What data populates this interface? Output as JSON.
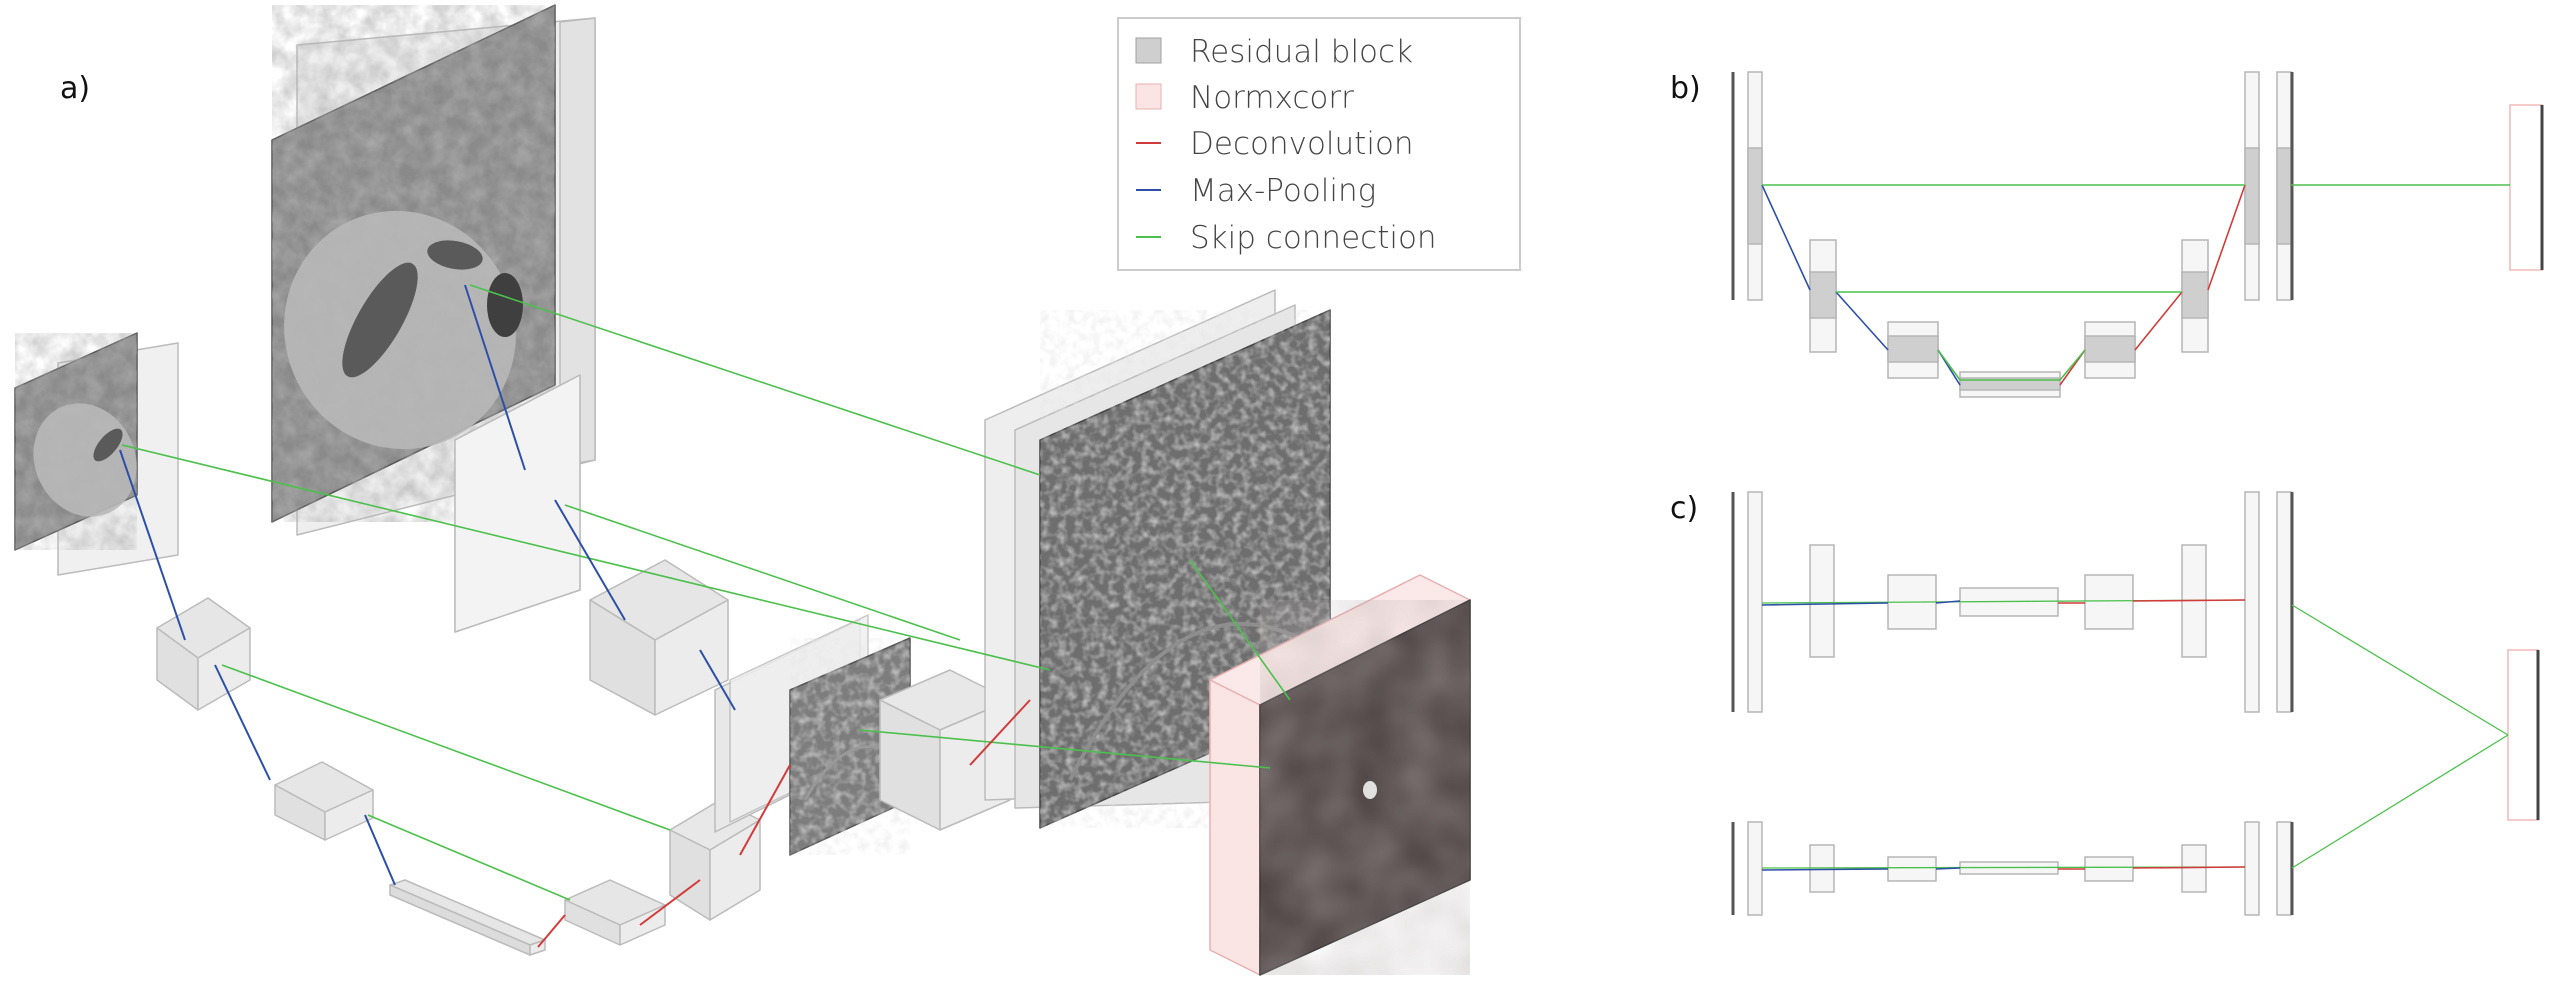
{
  "panels": {
    "a": "a)",
    "b": "b)",
    "c": "c)"
  },
  "legend": {
    "items": [
      {
        "label": "Residual block",
        "kind": "box",
        "color": "#cfcfcf"
      },
      {
        "label": "Normxcorr",
        "kind": "box",
        "color": "#fbe4e4"
      },
      {
        "label": "Deconvolution",
        "kind": "line",
        "color": "#d23b3b"
      },
      {
        "label": "Max-Pooling",
        "kind": "line",
        "color": "#2d4fa8"
      },
      {
        "label": "Skip connection",
        "kind": "line",
        "color": "#4cc04c"
      }
    ]
  },
  "colors": {
    "deconvolution": "#d23b3b",
    "maxpool": "#2d4fa8",
    "skip": "#4cc04c",
    "residual": "#cfcfcf",
    "normxcorr": "#fbe4e4"
  }
}
